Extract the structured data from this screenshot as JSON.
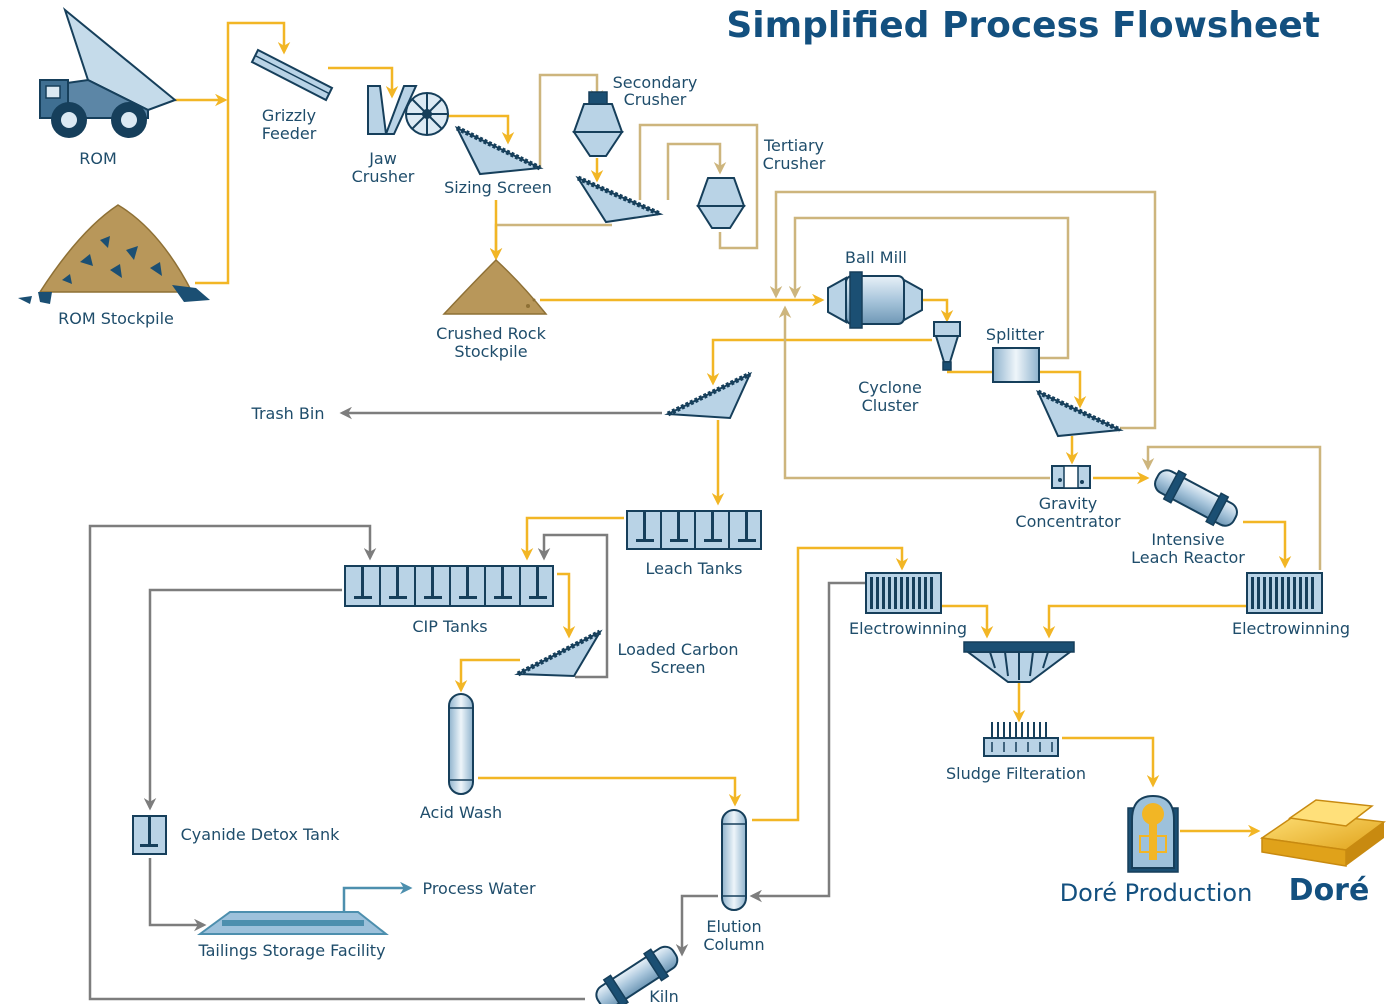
{
  "title": "Simplified Process Flowsheet",
  "labels": {
    "rom": "ROM",
    "rom_stockpile": "ROM Stockpile",
    "grizzly_feeder": [
      "Grizzly",
      "Feeder"
    ],
    "jaw_crusher": [
      "Jaw",
      "Crusher"
    ],
    "sizing_screen": "Sizing Screen",
    "secondary_crusher": [
      "Secondary",
      "Crusher"
    ],
    "tertiary_crusher": [
      "Tertiary",
      "Crusher"
    ],
    "crushed_rock_stockpile": [
      "Crushed Rock",
      "Stockpile"
    ],
    "ball_mill": "Ball Mill",
    "splitter": "Splitter",
    "cyclone_cluster": [
      "Cyclone",
      "Cluster"
    ],
    "trash_bin": "Trash Bin",
    "gravity_concentrator": [
      "Gravity",
      "Concentrator"
    ],
    "intensive_leach_reactor": [
      "Intensive",
      "Leach Reactor"
    ],
    "leach_tanks": "Leach Tanks",
    "cip_tanks": "CIP Tanks",
    "loaded_carbon_screen": [
      "Loaded Carbon",
      "Screen"
    ],
    "acid_wash": "Acid Wash",
    "electrowinning_left": "Electrowinning",
    "electrowinning_right": "Electrowinning",
    "sludge_filteration": "Sludge Filteration",
    "cyanide_detox_tank": "Cyanide Detox Tank",
    "process_water": "Process Water",
    "tailings_storage_facility": "Tailings Storage Facility",
    "elution_column": [
      "Elution",
      "Column"
    ],
    "kiln": "Kiln",
    "dore_production": "Doré Production",
    "dore": "Doré"
  },
  "colors": {
    "main_flow": "#f2b625",
    "recycle_flow": "#cdb57d",
    "waste_flow": "#7d7d7d",
    "water_flow": "#4d8fae",
    "equipment": "#b9d3e6",
    "outline": "#163f5b",
    "title": "#13507f",
    "ore": "#b8975a",
    "gold": "#f2b625"
  }
}
